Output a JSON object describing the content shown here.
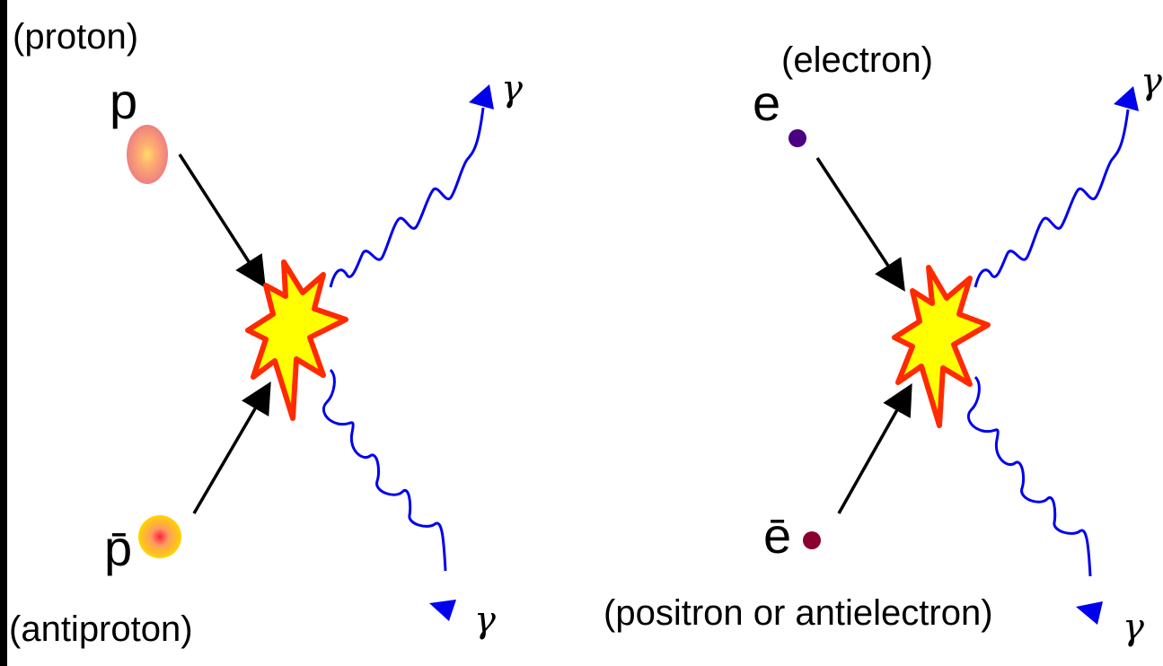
{
  "panels": [
    {
      "particle": {
        "symbol": "p",
        "label": "(proton)"
      },
      "antiparticle": {
        "symbol": "p̄",
        "label": "(antiproton)"
      },
      "photons": [
        "γ",
        "γ"
      ]
    },
    {
      "particle": {
        "symbol": "e",
        "label": "(electron)"
      },
      "antiparticle": {
        "symbol": "ē",
        "label": "(positron or antielectron)"
      },
      "photons": [
        "γ",
        "γ"
      ]
    }
  ],
  "colors": {
    "background": "#ffffff",
    "left_border": "#000000",
    "arrow": "#000000",
    "photon_wave": "#0000ee",
    "burst_outer": "#ff2a00",
    "burst_inner": "#ffff00",
    "proton": "#f08080",
    "antiproton": "#ffd400",
    "electron": "#4b0082",
    "positron": "#8b0030"
  }
}
